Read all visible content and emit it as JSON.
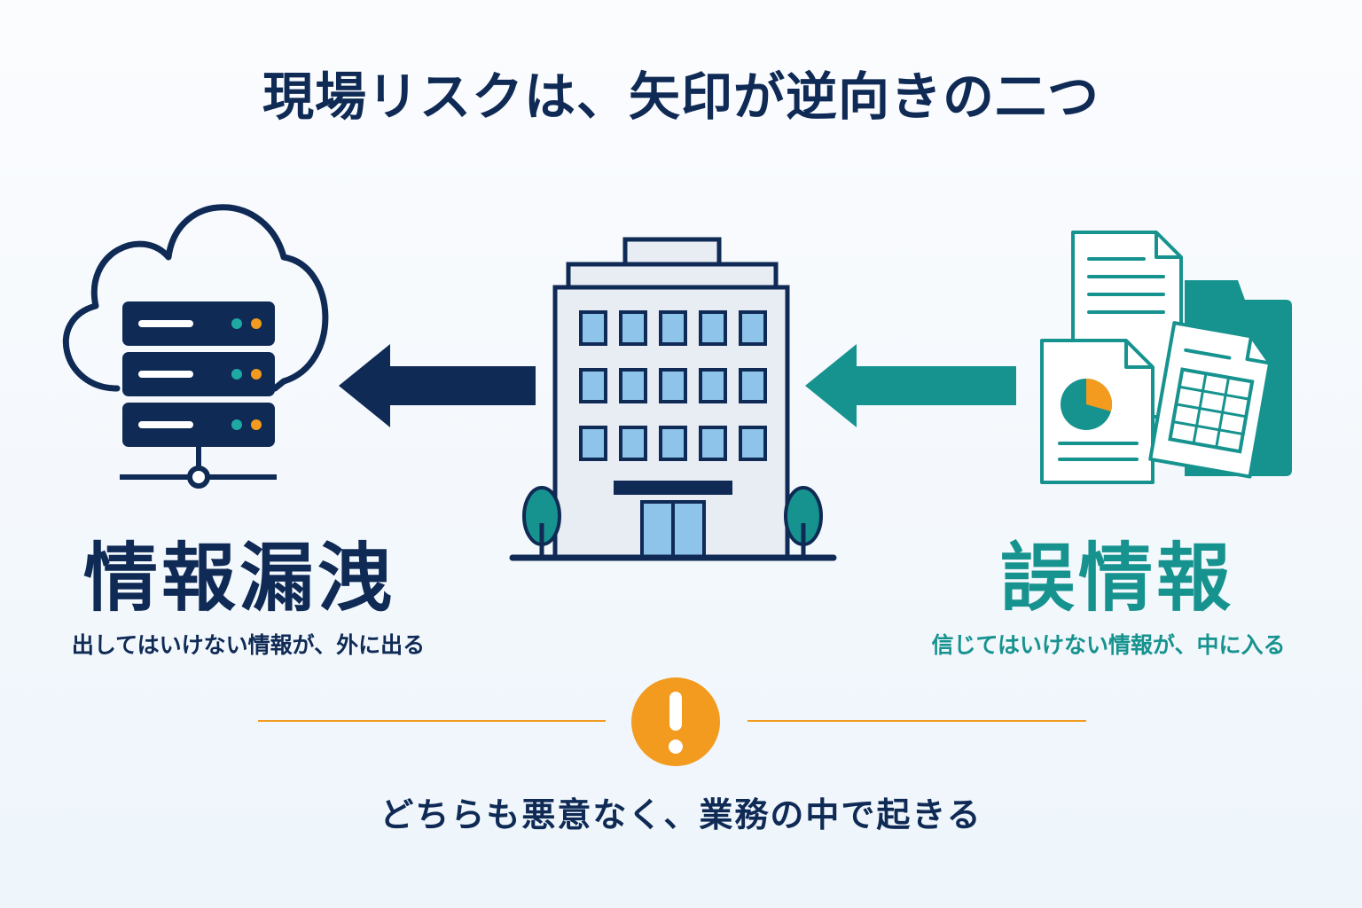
{
  "title": "現場リスクは、矢印が逆向きの二つ",
  "left": {
    "label": "情報漏洩",
    "description": "出してはいけない情報が、外に出る",
    "icon": "cloud-server-icon",
    "arrow_direction": "outward",
    "color": "#0f2a55"
  },
  "center": {
    "icon": "office-building-icon"
  },
  "right": {
    "label": "誤情報",
    "description": "信じてはいけない情報が、中に入る",
    "icon": "documents-folder-icon",
    "arrow_direction": "inward",
    "color": "#17938f"
  },
  "footer": {
    "icon": "warning-icon",
    "text": "どちらも悪意なく、業務の中で起きる",
    "accent_color": "#f29b1e"
  }
}
